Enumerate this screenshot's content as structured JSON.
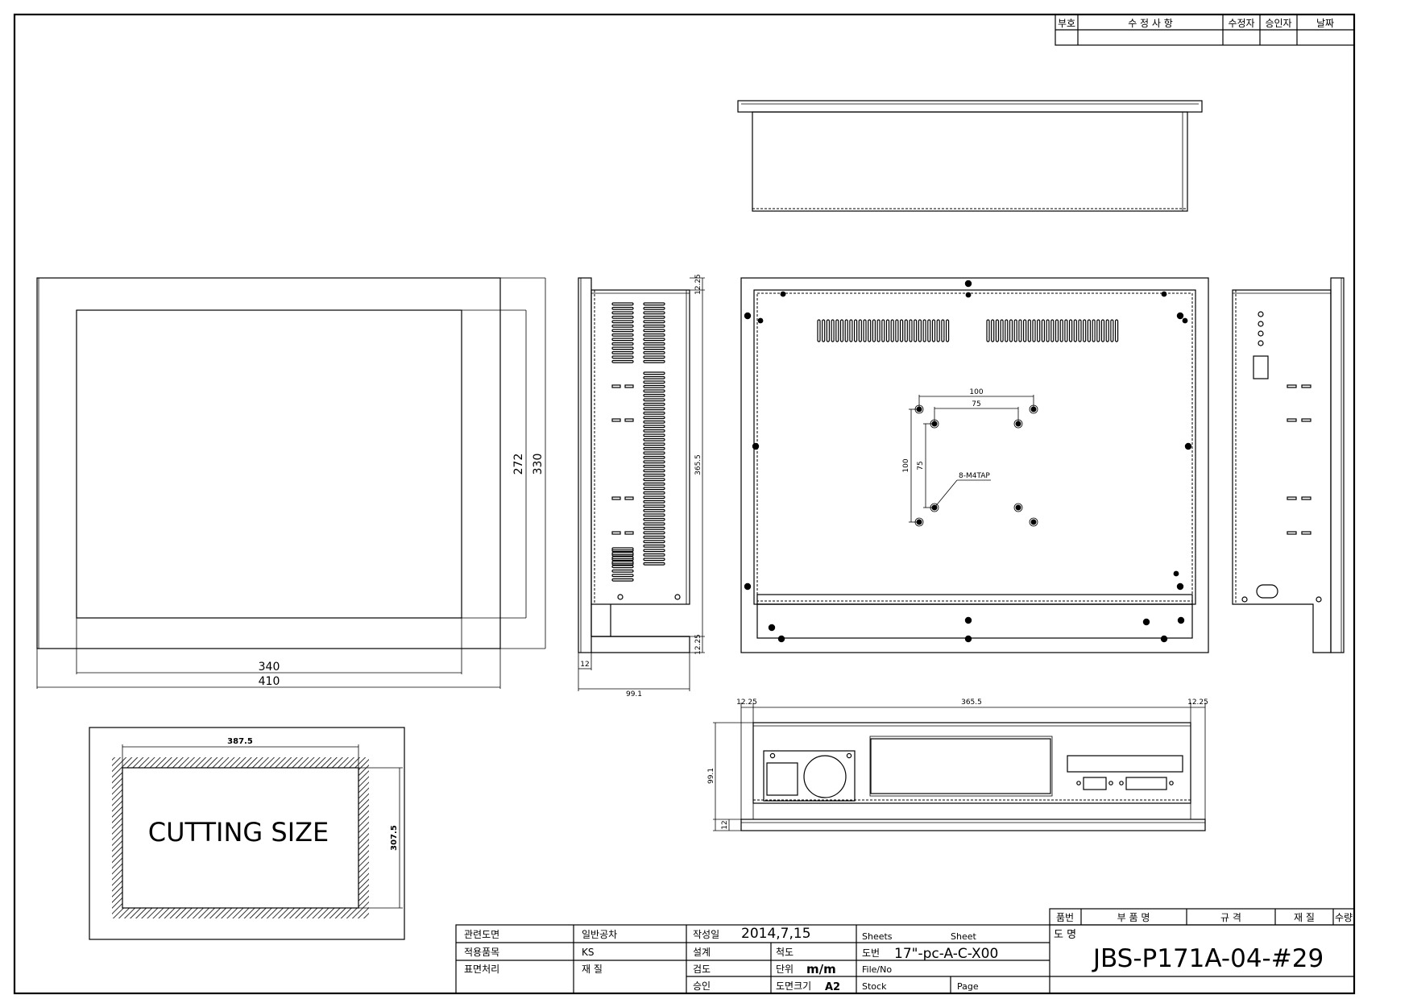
{
  "revision_table": {
    "headers": [
      "부호",
      "수 정 사 항",
      "수정자",
      "승인자",
      "날짜"
    ]
  },
  "front_view": {
    "dim_inner_width": "340",
    "dim_outer_width": "410",
    "dim_inner_height": "272",
    "dim_outer_height": "330"
  },
  "side_view_left": {
    "dim_height": "365.5",
    "dim_top": "12.25",
    "dim_bottom": "12.25",
    "dim_flange": "12",
    "dim_depth": "99.1"
  },
  "rear_view": {
    "dim_100_h": "100",
    "dim_75_h": "75",
    "dim_100_v": "100",
    "dim_75_v": "75",
    "tap_label": "8-M4TAP"
  },
  "bottom_view": {
    "dim_left": "12.25",
    "dim_width": "365.5",
    "dim_right": "12.25",
    "dim_depth": "99.1",
    "dim_flange": "12"
  },
  "cutting_size": {
    "label": "CUTTING SIZE",
    "dim_width": "387.5",
    "dim_height": "307.5"
  },
  "parts_table": {
    "headers": [
      "품번",
      "부 품 명",
      "규 격",
      "재 질",
      "수량"
    ]
  },
  "title_block": {
    "related_drawing_label": "관련도면",
    "applied_item_label": "적용품목",
    "surface_label": "표면처리",
    "general_tolerance_label": "일반공차",
    "standard_value": "KS",
    "material_label": "재 질",
    "date_label": "작성일",
    "date_value": "2014,7,15",
    "design_label": "설계",
    "check_label": "검도",
    "approve_label": "승인",
    "scale_label": "척도",
    "unit_label": "단위",
    "unit_value": "m/m",
    "size_label": "도면크기",
    "size_value": "A2",
    "sheets_label": "Sheets",
    "sheet_label": "Sheet",
    "drawing_no_label": "도번",
    "drawing_no_value": "17\"-pc-A-C-X00",
    "fileno_label": "File/No",
    "stock_label": "Stock",
    "page_label": "Page",
    "name_label": "도 명",
    "name_value": "JBS-P171A-04-#29"
  }
}
